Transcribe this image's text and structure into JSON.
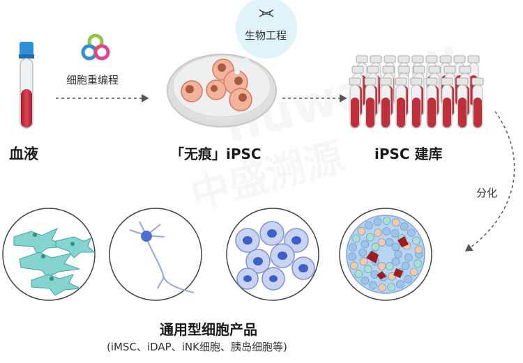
{
  "watermark": {
    "brand": "nuwacell",
    "brand_cn": "中盛溯源"
  },
  "steps": {
    "blood": "血液",
    "reprogramming": "细胞重编程",
    "ipsc": "「无痕」iPSC",
    "bioengineering": "生物工程",
    "bank": "iPSC 建库",
    "differentiation": "分化"
  },
  "products": {
    "title": "通用型细胞产品",
    "subtitle": "(iMSC、iDAP、iNK细胞、胰岛细胞等)"
  },
  "colors": {
    "blood_red": "#c0303a",
    "tube_cap": "#2f8fd6",
    "cell_pink": "#f2a38a",
    "msc_teal": "#7fd0cf",
    "neuron_blue": "#4f6fd0",
    "islet_blue": "#3f5fc8"
  }
}
